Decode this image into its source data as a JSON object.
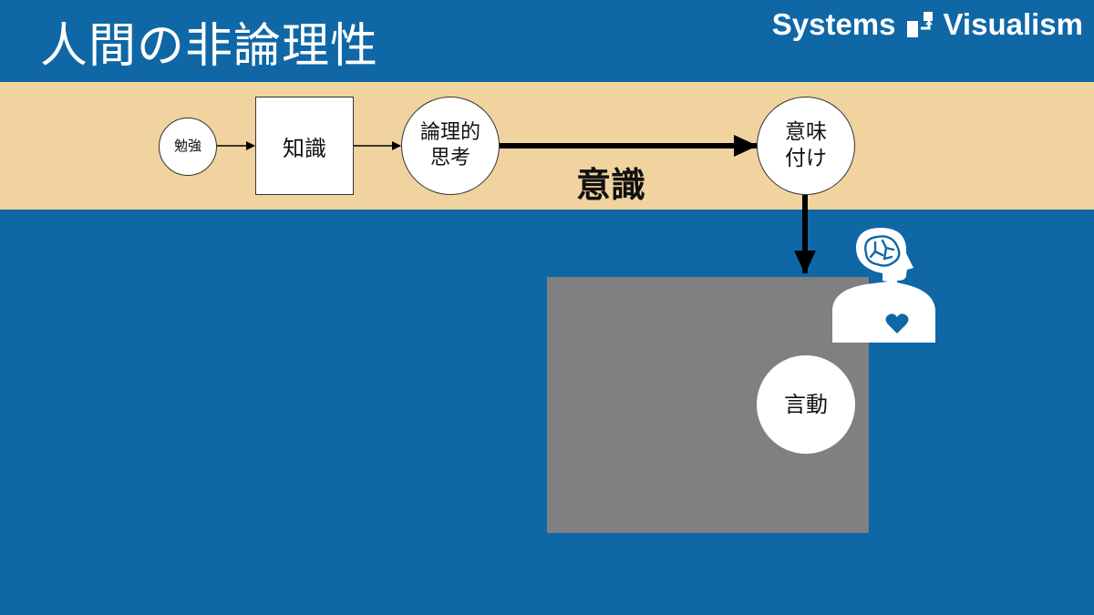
{
  "header": {
    "title": "人間の非論理性",
    "brand_left": "Systems",
    "brand_right": "Visualism"
  },
  "diagram": {
    "band_label": "意識",
    "nodes": {
      "study": "勉強",
      "knowledge": "知識",
      "logical_thinking_line1": "論理的",
      "logical_thinking_line2": "思考",
      "meaning_line1": "意味",
      "meaning_line2": "付け",
      "behavior": "言動"
    }
  },
  "icons": {
    "brand_logo": "flow-blocks-icon",
    "human": "person-brain-heart-icon"
  },
  "colors": {
    "background": "#0f67a6",
    "band": "#f1d39f",
    "panel": "#808080",
    "node_fill": "#ffffff",
    "arrow": "#000000"
  }
}
